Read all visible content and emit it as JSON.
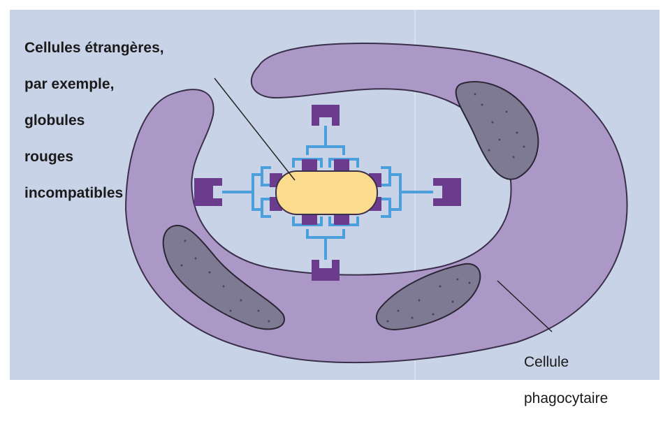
{
  "diagram": {
    "labels": {
      "foreign_cells": [
        "Cellules étrangères,",
        "par exemple,",
        "globules",
        "rouges",
        "incompatibles"
      ],
      "phagocyte": [
        "Cellule",
        "phagocytaire"
      ]
    },
    "colors": {
      "background": "#c9d3e8",
      "phagocyte_fill": "#ab98c6",
      "phagocyte_outline": "#3a2f4a",
      "nucleus_fill": "#7e7a94",
      "interior": "#ffffff",
      "red_cell_fill": "#fbdc8e",
      "antibody": "#4a9fdc",
      "receptor": "#6b3b8e",
      "line": "#222222"
    }
  }
}
